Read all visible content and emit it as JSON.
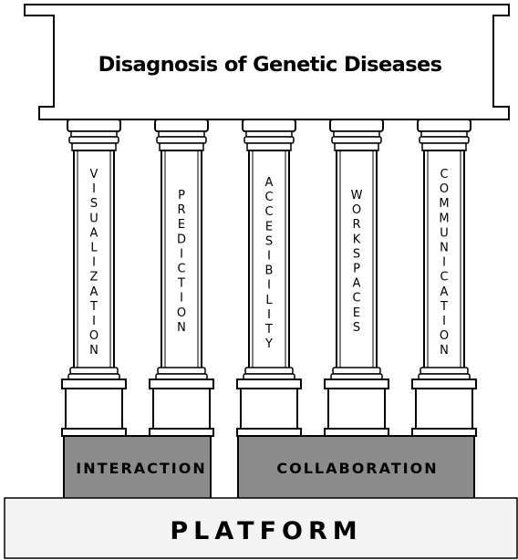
{
  "title": "Disagnosis of Genetic Diseases",
  "pillars": [
    {
      "label": "VISUALIZATION"
    },
    {
      "label": "PREDICTION"
    },
    {
      "label": "ACCESIBILITY"
    },
    {
      "label": "WORKSPACES"
    },
    {
      "label": "COMMUNICATION"
    }
  ],
  "bases": [
    {
      "label": "INTERACTION"
    },
    {
      "label": "COLLABORATION"
    }
  ],
  "platform": "PLATFORM",
  "colors": {
    "base_fill": "#8c8c8c",
    "platform_fill": "#f4f4f4",
    "outline": "#000000"
  }
}
